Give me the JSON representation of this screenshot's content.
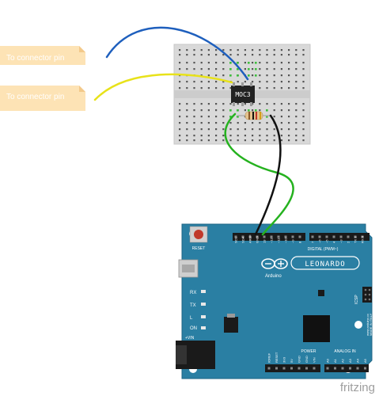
{
  "connectors": [
    {
      "label": "To connector pin"
    },
    {
      "label": "To connector pin"
    }
  ],
  "breadboard": {
    "chip_label": "MOC3"
  },
  "arduino": {
    "reset_label": "RESET",
    "brand_label": "Arduino",
    "model_label": "LEONARDO",
    "digital_label": "DIGITAL (PWM~)",
    "top_header_labels": [
      "SCL",
      "SDA",
      "AREF",
      "GND",
      "13",
      "~12",
      "~11",
      "~10",
      "~9",
      "8",
      "7",
      "~6",
      "~5",
      "4",
      "~3",
      "2",
      "TX 1",
      "RX 0"
    ],
    "power_label": "POWER",
    "analog_label": "ANALOG IN",
    "bottom_header_labels": [
      "IOREF",
      "RESET",
      "3V3",
      "5V",
      "GND",
      "GND",
      "VIN",
      "A0",
      "A1",
      "A2",
      "A3",
      "A4",
      "A5"
    ],
    "led_labels": [
      "RX",
      "TX",
      "L",
      "ON"
    ],
    "icsp_label": "ICSP",
    "vin_label": "+VIN",
    "side_text_1": "www.arduino.cc",
    "side_text_2": "MADE IN ITALY"
  },
  "watermark": "fritzing",
  "colors": {
    "board": "#2a7fa3",
    "board_edge": "#1f6686",
    "breadboard": "#d9d9d9",
    "wire_blue": "#1e5fbd",
    "wire_yellow": "#e8e21a",
    "wire_green": "#25b21f",
    "wire_black": "#111111",
    "connector_fill": "#fde3b5"
  }
}
